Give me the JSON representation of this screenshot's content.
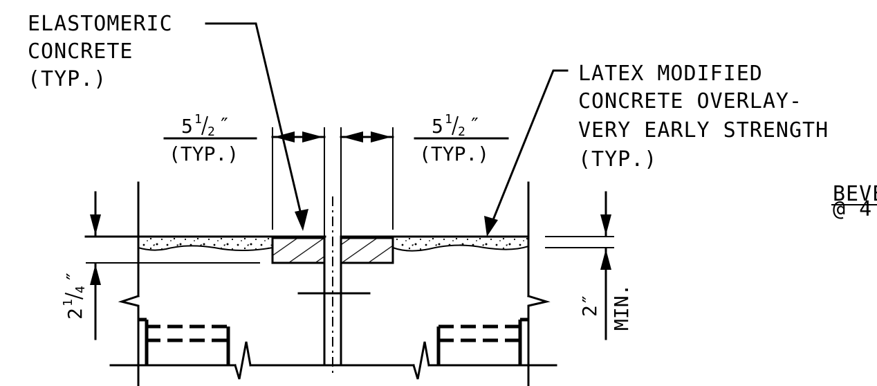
{
  "labels": {
    "elastomeric": [
      "ELASTOMERIC",
      "CONCRETE",
      "(TYP.)"
    ],
    "latex": [
      "LATEX MODIFIED",
      "CONCRETE OVERLAY-",
      "VERY EARLY STRENGTH",
      "(TYP.)"
    ],
    "bevel": [
      "BEVE",
      "@ 4"
    ]
  },
  "dimensions": {
    "left_width": {
      "whole": "5",
      "num": "1",
      "den": "2",
      "unit": "″",
      "note": "(TYP.)"
    },
    "right_width": {
      "whole": "5",
      "num": "1",
      "den": "2",
      "unit": "″",
      "note": "(TYP.)"
    },
    "depth_left": {
      "whole": "2",
      "num": "1",
      "den": "4",
      "unit": "″"
    },
    "depth_right": {
      "value": "2″",
      "note": "MIN."
    }
  }
}
